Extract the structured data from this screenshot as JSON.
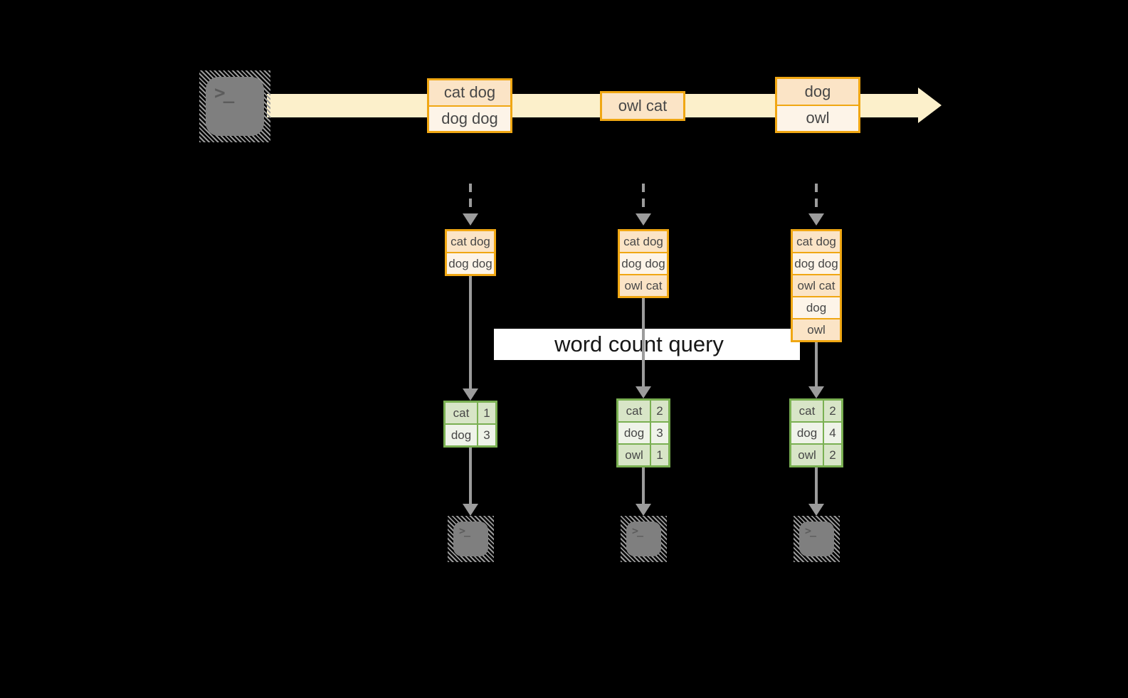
{
  "query_banner": {
    "label": "word count query"
  },
  "source": {
    "icon": "terminal",
    "glyph": ">_"
  },
  "stream": {
    "events": [
      [
        "cat dog",
        "dog dog"
      ],
      [
        "owl cat"
      ],
      [
        "dog",
        "owl"
      ]
    ]
  },
  "pipelines": [
    {
      "state": [
        "cat dog",
        "dog dog"
      ],
      "counts": [
        {
          "word": "cat",
          "count": "1"
        },
        {
          "word": "dog",
          "count": "3"
        }
      ]
    },
    {
      "state": [
        "cat dog",
        "dog dog",
        "owl cat"
      ],
      "counts": [
        {
          "word": "cat",
          "count": "2"
        },
        {
          "word": "dog",
          "count": "3"
        },
        {
          "word": "owl",
          "count": "1"
        }
      ]
    },
    {
      "state": [
        "cat dog",
        "dog dog",
        "owl cat",
        "dog",
        "owl"
      ],
      "counts": [
        {
          "word": "cat",
          "count": "2"
        },
        {
          "word": "dog",
          "count": "4"
        },
        {
          "word": "owl",
          "count": "2"
        }
      ]
    }
  ],
  "sinks": [
    {
      "glyph": ">_"
    },
    {
      "glyph": ">_"
    },
    {
      "glyph": ">_"
    }
  ],
  "colors": {
    "background": "#000000",
    "stream_band": "#fcf0cb",
    "orange_border": "#f0a713",
    "peach_dark": "#fbe4c6",
    "peach_light": "#fdf4e8",
    "green_border": "#7ab052",
    "green_dark": "#d8e5c7",
    "green_light": "#eff3e9",
    "arrow_gray": "#9c9c9c",
    "hatch_gray": "#9a9a9a",
    "terminal_gray": "#7f7f7f",
    "terminal_glyph": "#5c5c5c",
    "banner_bg": "#ffffff",
    "label_ink": "#161616",
    "text_ink": "#474747"
  }
}
